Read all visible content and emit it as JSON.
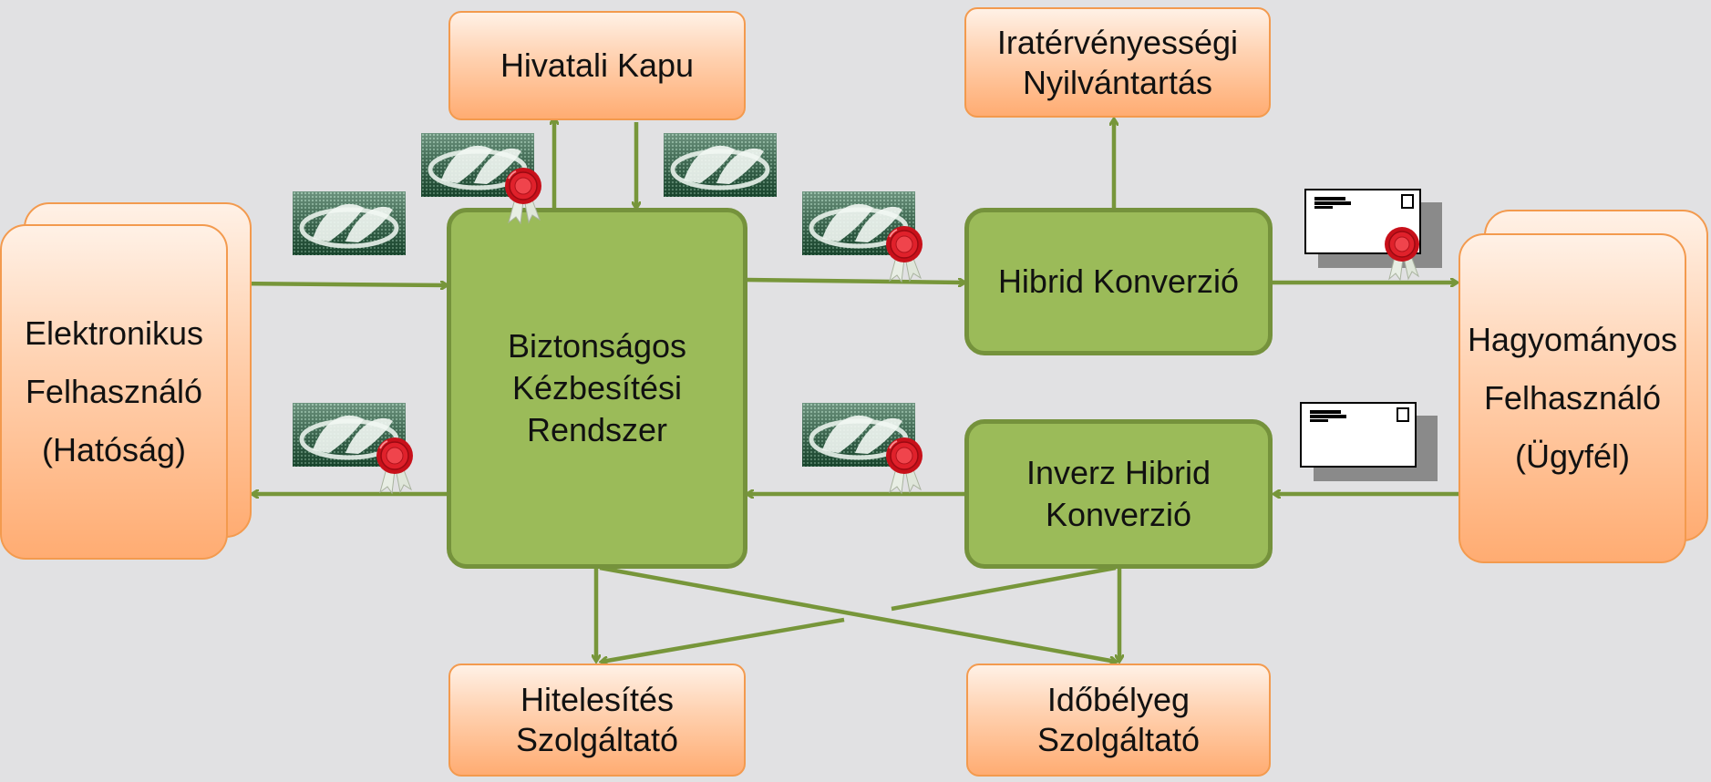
{
  "colors": {
    "background": "#e1e1e3",
    "green_fill": "#9bbb59",
    "green_border": "#75923c",
    "orange_border": "#f39a4e",
    "arrow": "#77963a",
    "seal_red": "#d1121b"
  },
  "icons": {
    "e_document": "e-document-icon",
    "wax_seal": "wax-seal-icon",
    "paper_envelope": "envelope-icon"
  },
  "nodes": {
    "elektronikus_felhasznalo": "Elektronikus\nFelhasználó\n(Hatóság)",
    "hivatali_kapu": "Hivatali Kapu",
    "biztonsagos_kezbesitesi_rendszer": "Biztonságos\nKézbesítési\nRendszer",
    "iratervenyessegi_nyilvantartas": "Iratérvényességi\nNyilvántartás",
    "hibrid_konverzio": "Hibrid Konverzió",
    "inverz_hibrid_konverzio": "Inverz Hibrid\nKonverzió",
    "hagyomanyos_felhasznalo": "Hagyományos\nFelhasználó\n(Ügyfél)",
    "hitelesites_szolgaltato": "Hitelesítés\nSzolgáltató",
    "idobelyeg_szolgaltato": "Időbélyeg\nSzolgáltató"
  }
}
